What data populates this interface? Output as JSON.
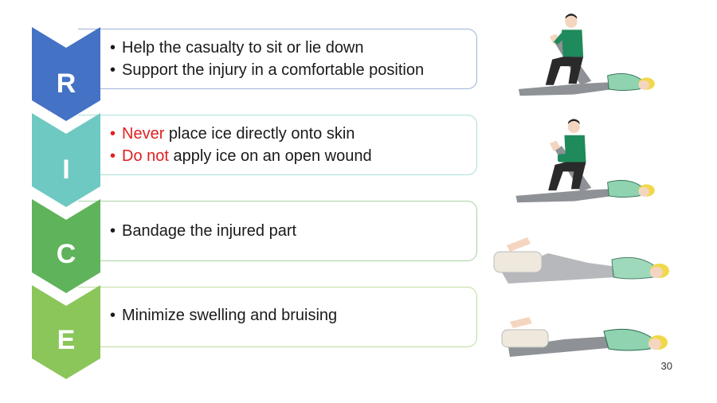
{
  "steps": [
    {
      "letter": "R",
      "color": "#4472c4",
      "border": "#9db3dc",
      "bullets": [
        "Help the casualty to sit or lie down",
        "Support the injury in a comfortable position"
      ]
    },
    {
      "letter": "I",
      "color": "#6ec9c2",
      "border": "#a9dfd9",
      "bullets": [
        {
          "warn": "Never",
          "rest": " place ice directly onto skin"
        },
        {
          "warn": "Do not",
          "rest": " apply ice on an open wound"
        }
      ]
    },
    {
      "letter": "C",
      "color": "#5fb35a",
      "border": "#a8d4a3",
      "bullets": [
        "Bandage the injured part"
      ]
    },
    {
      "letter": "E",
      "color": "#8ac65a",
      "border": "#bedd9e",
      "bullets": [
        "Minimize swelling and bruising"
      ]
    }
  ],
  "page_number": "30",
  "colors": {
    "warning": "#e02020",
    "shirt": "#1f8a5b",
    "pants": "#4a4a4a",
    "patient_clothes": "#8e9196",
    "patient_top": "#8fd3b0",
    "hair": "#f0d84a"
  }
}
